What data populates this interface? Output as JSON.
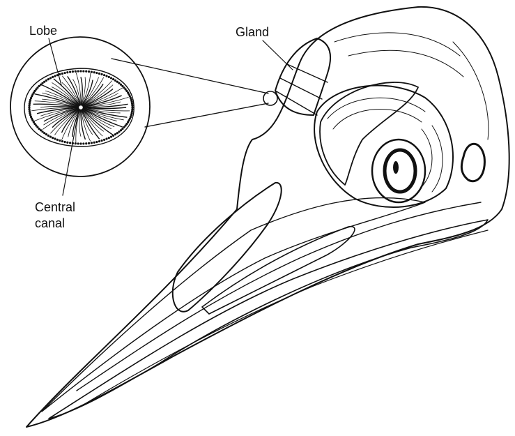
{
  "labels": {
    "lobe": "Lobe",
    "gland": "Gland",
    "central_canal_line1": "Central",
    "central_canal_line2": "canal"
  },
  "colors": {
    "ink": "#111111",
    "paper": "#ffffff"
  }
}
